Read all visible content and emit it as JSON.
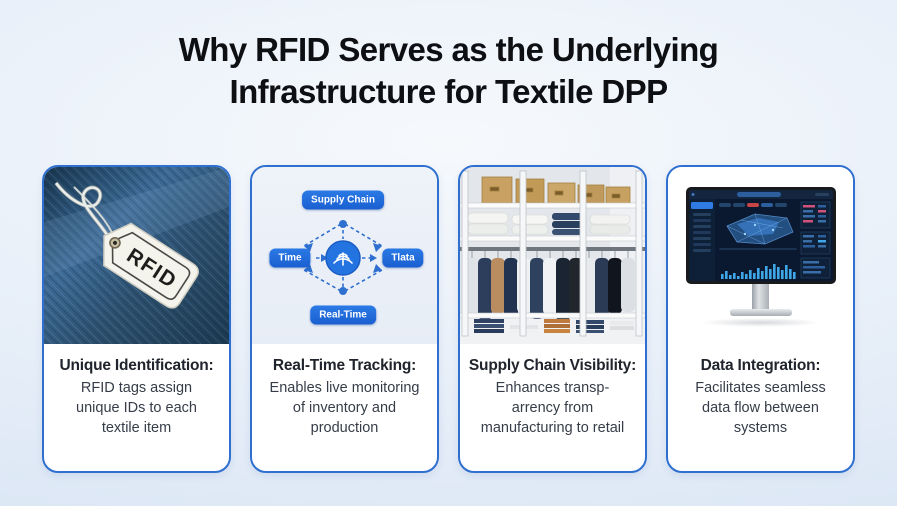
{
  "page": {
    "title_line1": "Why RFID Serves as the Underlying",
    "title_line2": "Infrastructure for Textile DPP"
  },
  "cards": [
    {
      "heading": "Unique Identification:",
      "body_lines": [
        "RFID tags assign",
        "unique IDs to each",
        "textile item"
      ],
      "media": "photo-rfid-tag-on-denim",
      "tag_label": "RFID"
    },
    {
      "heading": "Real-Time Tracking:",
      "body_lines": [
        "Enables live monitoring",
        "of inventory and",
        "production"
      ],
      "media": "diagram-rfid-network",
      "diagram": {
        "top": "Supply Chain",
        "left": "Time",
        "right": "Tlata",
        "bottom": "Real-Time",
        "center_icon": "rfid-signal-icon"
      }
    },
    {
      "heading": "Supply Chain Visibility:",
      "body_lines": [
        "Enhances transp-",
        "arrency from",
        "manufacturing to retail"
      ],
      "media": "photo-clothing-warehouse"
    },
    {
      "heading": "Data Integration:",
      "body_lines": [
        "Facilitates seamless",
        "data flow between",
        "systems"
      ],
      "media": "illustration-analytics-monitor"
    }
  ],
  "colors": {
    "accent_blue": "#1f6fe0",
    "card_border": "#2e6fd0",
    "page_background": "#e7eef8",
    "title_text": "#0d0f12",
    "body_text": "#373d48",
    "dashboard_bar": "#3fa6e8"
  }
}
